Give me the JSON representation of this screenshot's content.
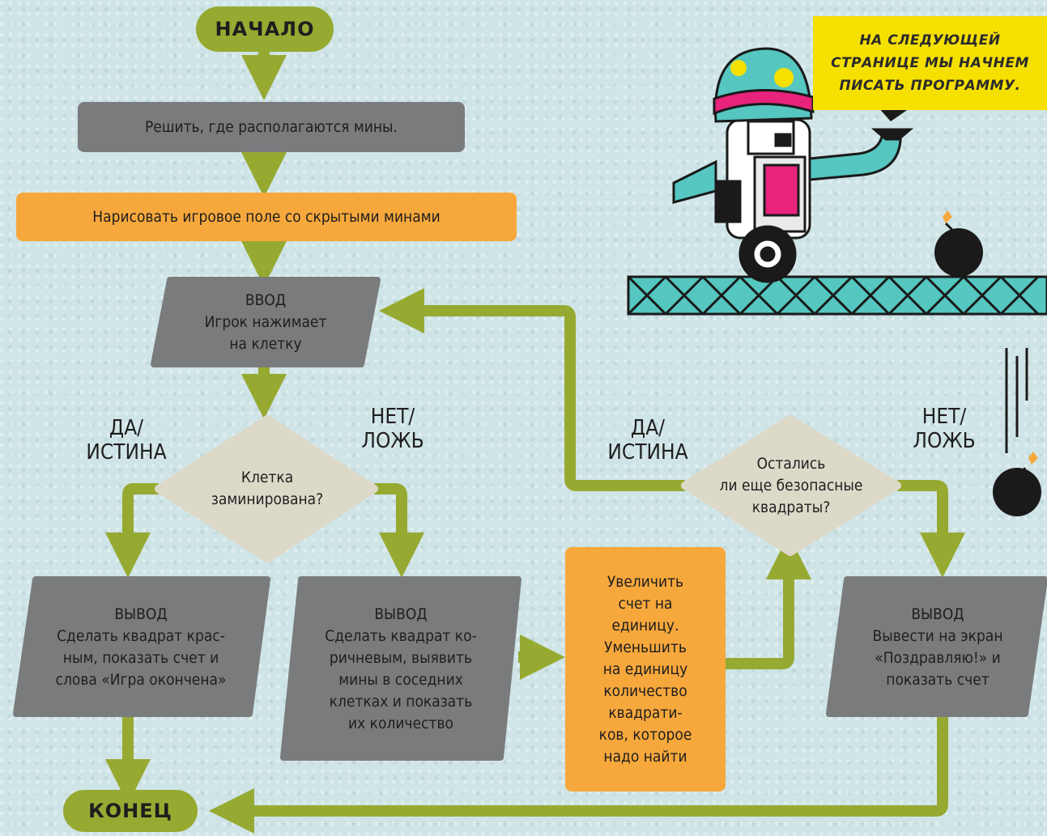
{
  "flowchart": {
    "start": "НАЧАЛО",
    "decide_mines": "Решить, где располагаются мины.",
    "draw_field": "Нарисовать игровое поле со скрытыми минами",
    "input_block": "ВВОД\nИгрок нажимает\nна клетку",
    "decision_mined": "Клетка\nзаминирована?",
    "decision_mined_yes": "ДА/\nИСТИНА",
    "decision_mined_no": "НЕТ/\nЛОЖЬ",
    "output_red": "ВЫВОД\nСделать квадрат крас-\nным, показать счет и\nслова «Игра окончена»",
    "output_brown": "ВЫВОД\nСделать квадрат ко-\nричневым, выявить\nмины в соседних\nклетках и показать\nих количество",
    "increase_score": "Увеличить\nсчет на\nединицу.\nУменьшить\nна единицу\nколичество\nквадрати-\nков, которое\nнадо найти",
    "decision_safe": "Остались\nли еще безопасные\nквадраты?",
    "decision_safe_yes": "ДА/\nИСТИНА",
    "decision_safe_no": "НЕТ/\nЛОЖЬ",
    "output_congrats": "ВЫВОД\nВывести на экран\n«Поздравляю!» и\nпоказать счет",
    "end": "КОНЕЦ"
  },
  "callout": "НА СЛЕДУЮЩЕЙ\nСТРАНИЦЕ МЫ НАЧНЕМ\nПИСАТЬ ПРОГРАММУ.",
  "colors": {
    "terminal": "#96aa32",
    "arrow": "#96aa32",
    "process": "#7a7b7c",
    "highlight": "#f7a83c",
    "decision": "#ddd9c9",
    "callout": "#f6e000"
  }
}
